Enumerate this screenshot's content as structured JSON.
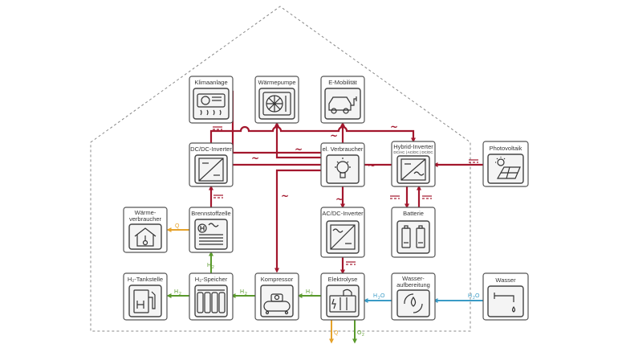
{
  "nodes": {
    "klimaanlage": "Klimaanlage",
    "waermepumpe": "Wärmepumpe",
    "emobilitaet": "E-Mobilität",
    "dcdc": "DC/DC-Inverter",
    "verbraucher": "el. Verbraucher",
    "hybrid": "Hybrid-Inverter",
    "hybrid_sub": "DC/AC | AC/DC | DC/DC",
    "photovoltaik": "Photovoltaik",
    "waermeverbraucher_1": "Wärme-",
    "waermeverbraucher_2": "verbraucher",
    "brennstoffzelle": "Brennstoffzelle",
    "acdc": "AC/DC-Inverter",
    "batterie": "Batterie",
    "tankstelle": "H₂-Tankstelle",
    "speicher": "H₂-Speicher",
    "kompressor": "Kompressor",
    "elektrolyse": "Elektrolyse",
    "wasseraufbereitung_1": "Wasser-",
    "wasseraufbereitung_2": "aufbereitung",
    "wasser": "Wasser"
  },
  "flow_labels": {
    "q_heat": "Q",
    "h2": "H",
    "h2o": "H",
    "q_out": "Q",
    "o2_out": "O",
    "sub2": "2",
    "h2o_tail": "O"
  },
  "colors": {
    "electric": "#a3172d",
    "hydrogen": "#5a9a2c",
    "heat": "#e6a22a",
    "water": "#3a9bc6"
  }
}
